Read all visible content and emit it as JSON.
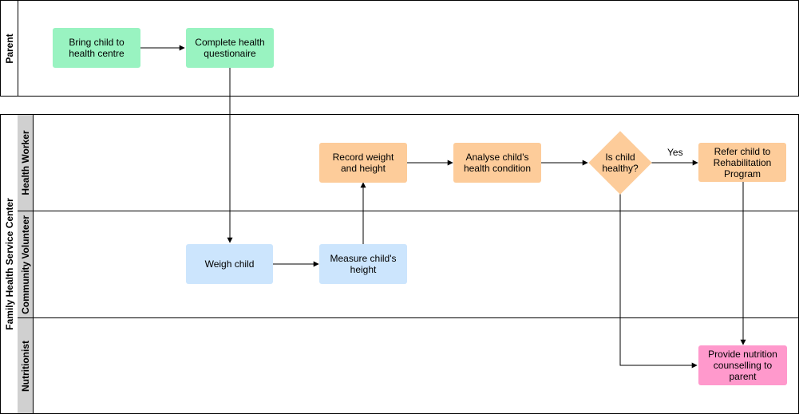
{
  "pools": {
    "parent": {
      "label": "Parent"
    },
    "center": {
      "label": "Family Health Service Center",
      "lanes": {
        "health_worker": "Health Worker",
        "community_volunteer": "Community Volunteer",
        "nutritionist": "Nutritionist"
      }
    }
  },
  "nodes": {
    "bring_child": "Bring child to health centre",
    "questionnaire": "Complete health questionaire",
    "weigh": "Weigh child",
    "measure": "Measure child's height",
    "record": "Record weight and height",
    "analyse": "Analyse child's health condition",
    "decision": "Is child healthy?",
    "refer": "Refer child to Rehabilitation Program",
    "nutrition": "Provide nutrition counselling to parent"
  },
  "edges": {
    "yes_label": "Yes"
  },
  "colors": {
    "green": "#99f3c1",
    "orange": "#fdcc9a",
    "blue": "#cce5fd",
    "pink": "#ff99cc",
    "lane_header": "#d0d0d0"
  }
}
